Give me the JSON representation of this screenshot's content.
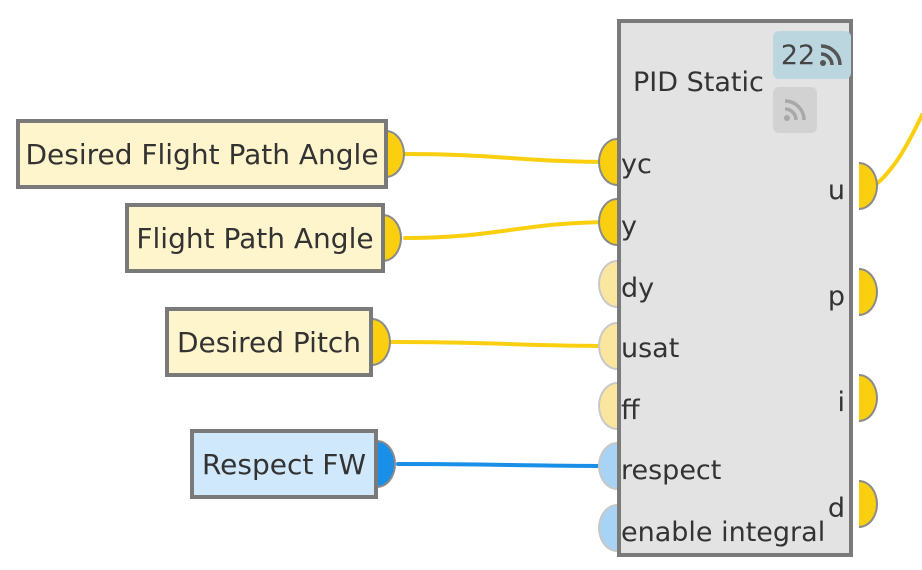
{
  "input_nodes": [
    {
      "label": "Desired Flight Path Angle",
      "color": "#fff5cc"
    },
    {
      "label": "Flight Path Angle",
      "color": "#fff5cc"
    },
    {
      "label": "Desired Pitch",
      "color": "#fff5cc"
    },
    {
      "label": "Respect FW",
      "color": "#cfe8fb"
    }
  ],
  "pid_block": {
    "title": "PID Static",
    "badge_count": "22",
    "badge_icon": "rss-icon",
    "inputs": [
      "yc",
      "y",
      "dy",
      "usat",
      "ff",
      "respect",
      "enable integral"
    ],
    "outputs": [
      "u",
      "p",
      "i",
      "d"
    ]
  },
  "colors": {
    "wire_yellow": "#f9cf10",
    "wire_blue": "#1a8fe8",
    "node_border": "#7a7a7a",
    "block_bg": "#e3e3e3"
  }
}
